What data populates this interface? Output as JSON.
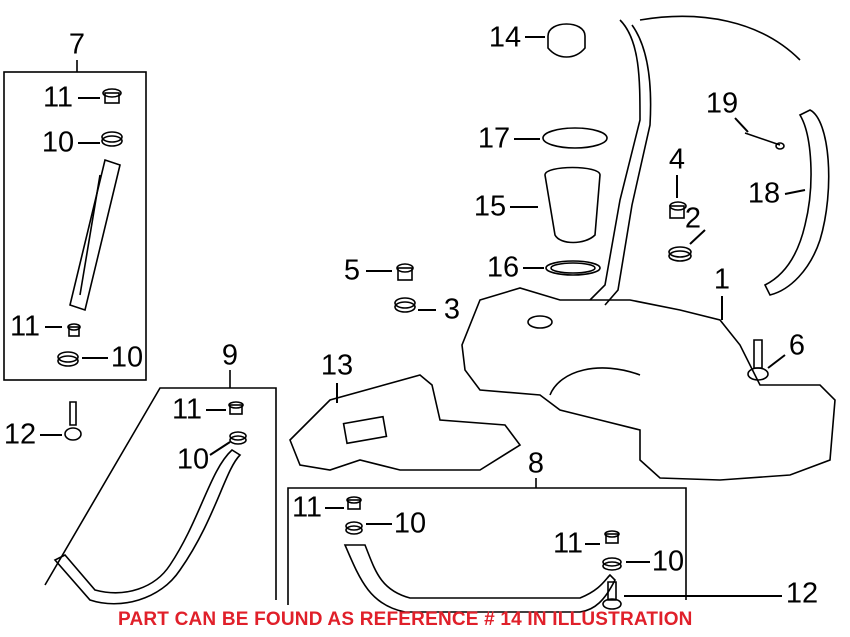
{
  "diagram": {
    "callouts": [
      "7",
      "11",
      "10",
      "11",
      "10",
      "9",
      "11",
      "10",
      "12",
      "13",
      "5",
      "3",
      "14",
      "17",
      "15",
      "16",
      "4",
      "2",
      "1",
      "6",
      "19",
      "18",
      "8",
      "11",
      "10",
      "11",
      "10",
      "12"
    ],
    "note": "PART CAN BE FOUND AS REFERENCE # 14 IN ILLUSTRATION",
    "note_color": "#e0202a"
  }
}
